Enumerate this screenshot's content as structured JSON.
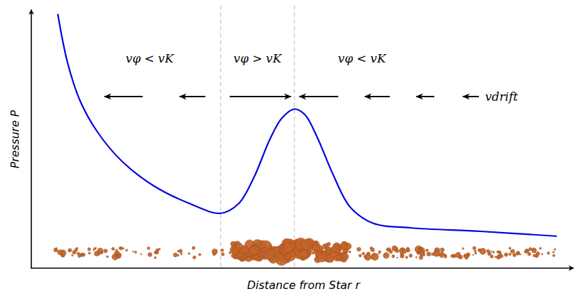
{
  "diagram": {
    "labels": [
      "vφ < vK",
      "vφ > vK",
      "vφ < vK",
      "vdrift",
      "Pressure P",
      "Distance from Star r"
    ]
  }
}
